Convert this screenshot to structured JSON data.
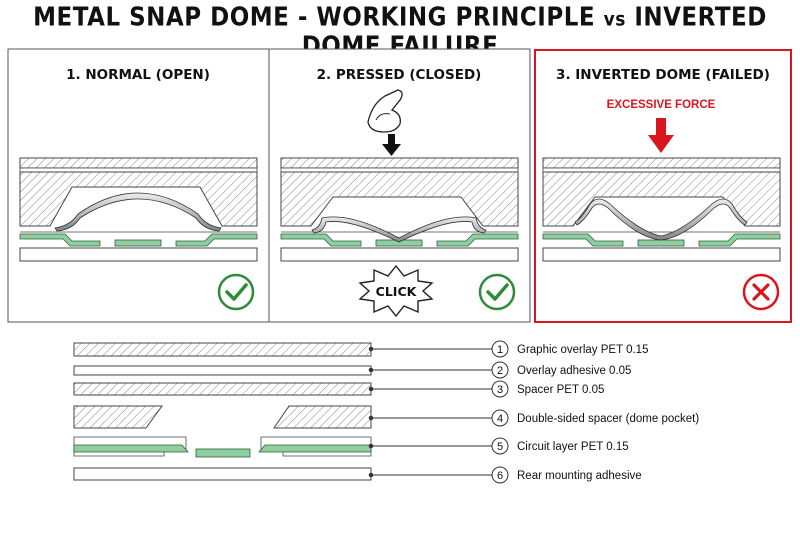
{
  "title": {
    "main": "METAL SNAP DOME - WORKING PRINCIPLE",
    "vs": "vs",
    "tail": "INVERTED DOME FAILURE"
  },
  "panels": [
    {
      "title": "1. NORMAL (OPEN)",
      "status": "ok"
    },
    {
      "title": "2. PRESSED (CLOSED)",
      "status": "ok",
      "burst": "CLICK"
    },
    {
      "title": "3. INVERTED DOME (FAILED)",
      "status": "fail",
      "annotation": "EXCESSIVE FORCE"
    }
  ],
  "legend": [
    {
      "num": "1",
      "label": "Graphic overlay PET 0.15"
    },
    {
      "num": "2",
      "label": "Overlay adhesive 0.05"
    },
    {
      "num": "3",
      "label": "Spacer PET 0.05"
    },
    {
      "num": "4",
      "label": "Double-sided spacer (dome pocket)"
    },
    {
      "num": "5",
      "label": "Circuit layer PET 0.15"
    },
    {
      "num": "6",
      "label": "Rear mounting adhesive"
    }
  ],
  "colors": {
    "ok_green": "#2e8b3a",
    "fail_red": "#d9161c",
    "circuit_green": "#8fcf9f",
    "dome_steel": "#b9bcc0"
  }
}
